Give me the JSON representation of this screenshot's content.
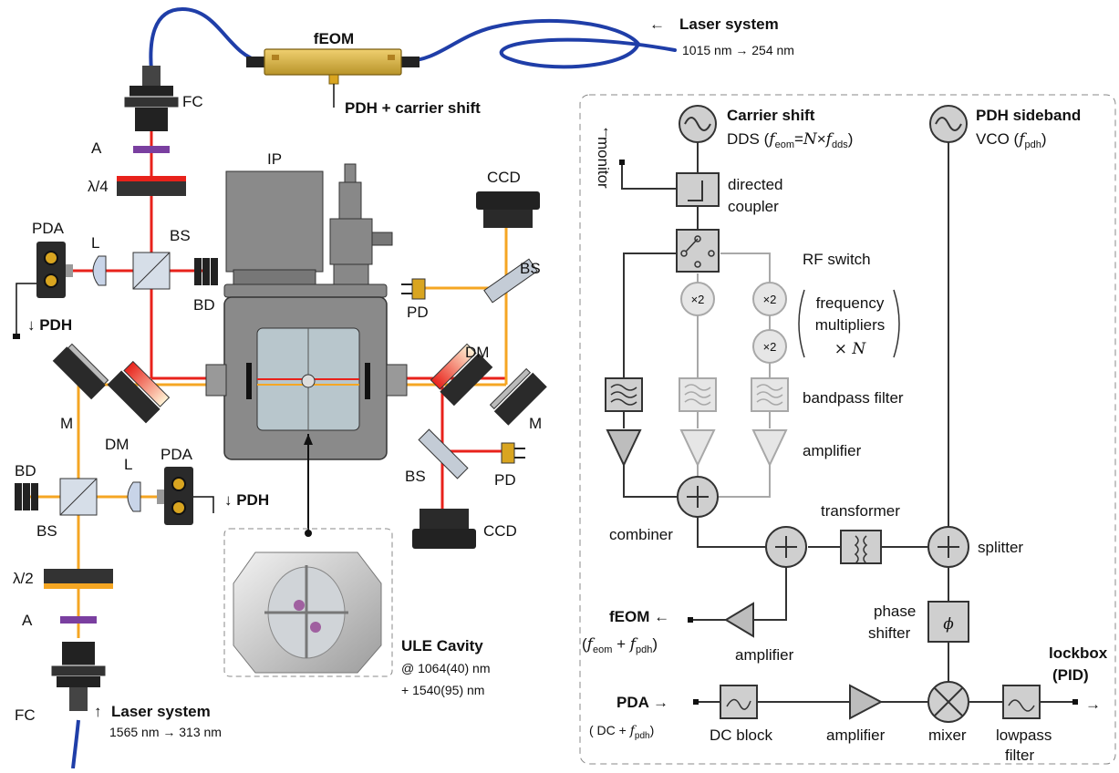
{
  "colors": {
    "laser_red": "#e8221b",
    "laser_orange": "#f5a623",
    "fiber_blue": "#1f3ea8",
    "eom_gold": "#d4b23a",
    "chamber_grey": "#8a8a8a",
    "rf_dark": "#333333",
    "rf_inactive": "#a8a8a8",
    "rf_fill": "#cfcfcf"
  },
  "optical": {
    "feom": "fEOM",
    "pdh_carrier_shift": "PDH + carrier shift",
    "laser_top_title": "Laser system",
    "laser_top_wl": "1015 nm → 254 nm",
    "laser_bottom_title": "Laser system",
    "laser_bottom_wl": "1565 nm → 313 nm",
    "fc_top": "FC",
    "fc_bottom": "FC",
    "a_top": "A",
    "a_bottom": "A",
    "quarter_wave": "λ/4",
    "half_wave": "λ/2",
    "pda_top": "PDA",
    "pda_bottom": "PDA",
    "l_top": "L",
    "l_bottom": "L",
    "bs_top": "BS",
    "bs_bottom": "BS",
    "bs_right_top": "BS",
    "bs_right_bottom": "BS",
    "bd_top": "BD",
    "bd_bottom": "BD",
    "pdh_top": "↓ PDH",
    "pdh_bottom": "↓ PDH",
    "m_left": "M",
    "m_right": "M",
    "dm_left": "DM",
    "dm_right": "DM",
    "ip": "IP",
    "ccd_top": "CCD",
    "ccd_bottom": "CCD",
    "pd_top": "PD",
    "pd_bottom": "PD",
    "ule_title": "ULE Cavity",
    "ule_line1": "@ 1064(40) nm",
    "ule_line2": "+ 1540(95) nm"
  },
  "rf": {
    "carrier_title": "Carrier shift",
    "carrier_sub": "DDS (f",
    "carrier_sub_full": "DDS (feom = N × fdds)",
    "pdh_title": "PDH sideband",
    "pdh_sub": "VCO (fpdh)",
    "monitor": "monitor",
    "directed_coupler_1": "directed",
    "directed_coupler_2": "coupler",
    "rf_switch": "RF switch",
    "mult_x2_a": "×2",
    "mult_x2_b": "×2",
    "mult_x2_c": "×2",
    "freq_mult_1": "frequency",
    "freq_mult_2": "multipliers",
    "freq_mult_3": "× N",
    "bandpass": "bandpass filter",
    "amplifier_top": "amplifier",
    "combiner": "combiner",
    "transformer": "transformer",
    "splitter": "splitter",
    "phase_1": "phase",
    "phase_2": "shifter",
    "phi": "ϕ",
    "feom_out": "fEOM ←",
    "feom_out_sub": "(feom + fpdh)",
    "amplifier_mid": "amplifier",
    "pda_in": "PDA →",
    "pda_in_sub": "( DC + fpdh)",
    "dc_block": "DC block",
    "amplifier_bottom": "amplifier",
    "mixer": "mixer",
    "lowpass_1": "lowpass",
    "lowpass_2": "filter",
    "lockbox_1": "lockbox",
    "lockbox_2": "(PID)"
  }
}
